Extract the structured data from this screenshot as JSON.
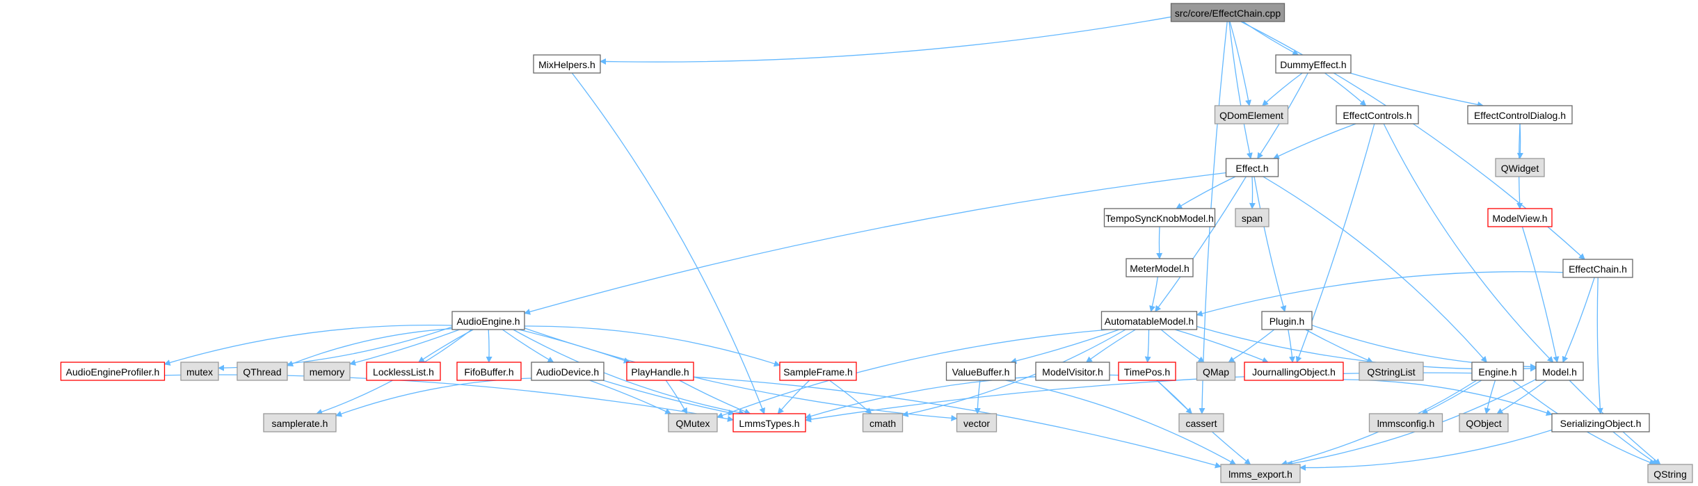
{
  "graph": {
    "colors": {
      "edge": "#63b8ff",
      "root_fill": "#999999",
      "external_fill": "#e0e0e0",
      "external_border": "#999999",
      "normal_fill": "#ffffff",
      "normal_border": "#666666",
      "truncated_border": "#ff0000"
    },
    "nodes": [
      {
        "id": "EffectChain.cpp",
        "label": "src/core/EffectChain.cpp",
        "kind": "root"
      },
      {
        "id": "MixHelpers.h",
        "label": "MixHelpers.h",
        "kind": "normal"
      },
      {
        "id": "DummyEffect.h",
        "label": "DummyEffect.h",
        "kind": "normal"
      },
      {
        "id": "QDomElement",
        "label": "QDomElement",
        "kind": "external"
      },
      {
        "id": "EffectControls.h",
        "label": "EffectControls.h",
        "kind": "normal"
      },
      {
        "id": "EffectControlDialog.h",
        "label": "EffectControlDialog.h",
        "kind": "normal"
      },
      {
        "id": "QWidget",
        "label": "QWidget",
        "kind": "external"
      },
      {
        "id": "Effect.h",
        "label": "Effect.h",
        "kind": "normal"
      },
      {
        "id": "ModelView.h",
        "label": "ModelView.h",
        "kind": "truncated"
      },
      {
        "id": "TempoSyncKnobModel.h",
        "label": "TempoSyncKnobModel.h",
        "kind": "normal"
      },
      {
        "id": "span",
        "label": "span",
        "kind": "external"
      },
      {
        "id": "MeterModel.h",
        "label": "MeterModel.h",
        "kind": "normal"
      },
      {
        "id": "EffectChain.h",
        "label": "EffectChain.h",
        "kind": "normal"
      },
      {
        "id": "AudioEngine.h",
        "label": "AudioEngine.h",
        "kind": "normal"
      },
      {
        "id": "AutomatableModel.h",
        "label": "AutomatableModel.h",
        "kind": "normal"
      },
      {
        "id": "Plugin.h",
        "label": "Plugin.h",
        "kind": "normal"
      },
      {
        "id": "AudioEngineProfiler.h",
        "label": "AudioEngineProfiler.h",
        "kind": "truncated"
      },
      {
        "id": "mutex",
        "label": "mutex",
        "kind": "external"
      },
      {
        "id": "QThread",
        "label": "QThread",
        "kind": "external"
      },
      {
        "id": "memory",
        "label": "memory",
        "kind": "external"
      },
      {
        "id": "LocklessList.h",
        "label": "LocklessList.h",
        "kind": "truncated"
      },
      {
        "id": "FifoBuffer.h",
        "label": "FifoBuffer.h",
        "kind": "truncated"
      },
      {
        "id": "AudioDevice.h",
        "label": "AudioDevice.h",
        "kind": "normal"
      },
      {
        "id": "PlayHandle.h",
        "label": "PlayHandle.h",
        "kind": "truncated"
      },
      {
        "id": "SampleFrame.h",
        "label": "SampleFrame.h",
        "kind": "truncated"
      },
      {
        "id": "ValueBuffer.h",
        "label": "ValueBuffer.h",
        "kind": "normal"
      },
      {
        "id": "ModelVisitor.h",
        "label": "ModelVisitor.h",
        "kind": "normal"
      },
      {
        "id": "TimePos.h",
        "label": "TimePos.h",
        "kind": "truncated"
      },
      {
        "id": "QMap",
        "label": "QMap",
        "kind": "external"
      },
      {
        "id": "JournallingObject.h",
        "label": "JournallingObject.h",
        "kind": "truncated"
      },
      {
        "id": "QStringList",
        "label": "QStringList",
        "kind": "external"
      },
      {
        "id": "Engine.h",
        "label": "Engine.h",
        "kind": "normal"
      },
      {
        "id": "Model.h",
        "label": "Model.h",
        "kind": "normal"
      },
      {
        "id": "samplerate.h",
        "label": "samplerate.h",
        "kind": "external"
      },
      {
        "id": "QMutex",
        "label": "QMutex",
        "kind": "external"
      },
      {
        "id": "LmmsTypes.h",
        "label": "LmmsTypes.h",
        "kind": "truncated"
      },
      {
        "id": "cmath",
        "label": "cmath",
        "kind": "external"
      },
      {
        "id": "vector",
        "label": "vector",
        "kind": "external"
      },
      {
        "id": "cassert",
        "label": "cassert",
        "kind": "external"
      },
      {
        "id": "lmmsconfig.h",
        "label": "lmmsconfig.h",
        "kind": "external"
      },
      {
        "id": "QObject",
        "label": "QObject",
        "kind": "external"
      },
      {
        "id": "SerializingObject.h",
        "label": "SerializingObject.h",
        "kind": "normal"
      },
      {
        "id": "lmms_export.h",
        "label": "lmms_export.h",
        "kind": "external"
      },
      {
        "id": "QString",
        "label": "QString",
        "kind": "external"
      }
    ],
    "edges": [
      [
        "EffectChain.cpp",
        "MixHelpers.h"
      ],
      [
        "EffectChain.cpp",
        "DummyEffect.h"
      ],
      [
        "EffectChain.cpp",
        "QDomElement"
      ],
      [
        "EffectChain.cpp",
        "Effect.h"
      ],
      [
        "EffectChain.cpp",
        "EffectChain.h"
      ],
      [
        "EffectChain.cpp",
        "cassert"
      ],
      [
        "MixHelpers.h",
        "LmmsTypes.h"
      ],
      [
        "DummyEffect.h",
        "QDomElement"
      ],
      [
        "DummyEffect.h",
        "EffectControls.h"
      ],
      [
        "DummyEffect.h",
        "EffectControlDialog.h"
      ],
      [
        "DummyEffect.h",
        "Effect.h"
      ],
      [
        "EffectControls.h",
        "Effect.h"
      ],
      [
        "EffectControls.h",
        "JournallingObject.h"
      ],
      [
        "EffectControls.h",
        "Model.h"
      ],
      [
        "EffectControlDialog.h",
        "QWidget"
      ],
      [
        "EffectControlDialog.h",
        "ModelView.h"
      ],
      [
        "ModelView.h",
        "Model.h"
      ],
      [
        "Effect.h",
        "AudioEngine.h"
      ],
      [
        "Effect.h",
        "AutomatableModel.h"
      ],
      [
        "Effect.h",
        "TempoSyncKnobModel.h"
      ],
      [
        "Effect.h",
        "span"
      ],
      [
        "Effect.h",
        "Plugin.h"
      ],
      [
        "Effect.h",
        "Engine.h"
      ],
      [
        "TempoSyncKnobModel.h",
        "MeterModel.h"
      ],
      [
        "MeterModel.h",
        "AutomatableModel.h"
      ],
      [
        "EffectChain.h",
        "AutomatableModel.h"
      ],
      [
        "EffectChain.h",
        "Model.h"
      ],
      [
        "EffectChain.h",
        "SerializingObject.h"
      ],
      [
        "AudioEngine.h",
        "samplerate.h"
      ],
      [
        "AudioEngine.h",
        "AudioEngineProfiler.h"
      ],
      [
        "AudioEngine.h",
        "mutex"
      ],
      [
        "AudioEngine.h",
        "QThread"
      ],
      [
        "AudioEngine.h",
        "memory"
      ],
      [
        "AudioEngine.h",
        "LocklessList.h"
      ],
      [
        "AudioEngine.h",
        "FifoBuffer.h"
      ],
      [
        "AudioEngine.h",
        "AudioDevice.h"
      ],
      [
        "AudioEngine.h",
        "PlayHandle.h"
      ],
      [
        "AudioEngine.h",
        "LmmsTypes.h"
      ],
      [
        "AudioEngine.h",
        "SampleFrame.h"
      ],
      [
        "AudioEngine.h",
        "vector"
      ],
      [
        "AudioEngineProfiler.h",
        "LmmsTypes.h"
      ],
      [
        "AudioDevice.h",
        "samplerate.h"
      ],
      [
        "AudioDevice.h",
        "QMutex"
      ],
      [
        "AudioDevice.h",
        "LmmsTypes.h"
      ],
      [
        "PlayHandle.h",
        "QMutex"
      ],
      [
        "PlayHandle.h",
        "LmmsTypes.h"
      ],
      [
        "PlayHandle.h",
        "lmms_export.h"
      ],
      [
        "SampleFrame.h",
        "LmmsTypes.h"
      ],
      [
        "SampleFrame.h",
        "cmath"
      ],
      [
        "AutomatableModel.h",
        "QMutex"
      ],
      [
        "AutomatableModel.h",
        "ValueBuffer.h"
      ],
      [
        "AutomatableModel.h",
        "ModelVisitor.h"
      ],
      [
        "AutomatableModel.h",
        "TimePos.h"
      ],
      [
        "AutomatableModel.h",
        "QMap"
      ],
      [
        "AutomatableModel.h",
        "JournallingObject.h"
      ],
      [
        "AutomatableModel.h",
        "Model.h"
      ],
      [
        "AutomatableModel.h",
        "cmath"
      ],
      [
        "ValueBuffer.h",
        "vector"
      ],
      [
        "ValueBuffer.h",
        "lmms_export.h"
      ],
      [
        "TimePos.h",
        "LmmsTypes.h"
      ],
      [
        "TimePos.h",
        "cassert"
      ],
      [
        "TimePos.h",
        "lmms_export.h"
      ],
      [
        "Plugin.h",
        "QMap"
      ],
      [
        "Plugin.h",
        "QStringList"
      ],
      [
        "Plugin.h",
        "JournallingObject.h"
      ],
      [
        "Plugin.h",
        "Model.h"
      ],
      [
        "JournallingObject.h",
        "SerializingObject.h"
      ],
      [
        "Engine.h",
        "LmmsTypes.h"
      ],
      [
        "Engine.h",
        "lmmsconfig.h"
      ],
      [
        "Engine.h",
        "QObject"
      ],
      [
        "Engine.h",
        "lmms_export.h"
      ],
      [
        "Engine.h",
        "QString"
      ],
      [
        "Model.h",
        "QObject"
      ],
      [
        "Model.h",
        "QString"
      ],
      [
        "Model.h",
        "lmms_export.h"
      ],
      [
        "SerializingObject.h",
        "QString"
      ],
      [
        "SerializingObject.h",
        "lmms_export.h"
      ]
    ]
  }
}
